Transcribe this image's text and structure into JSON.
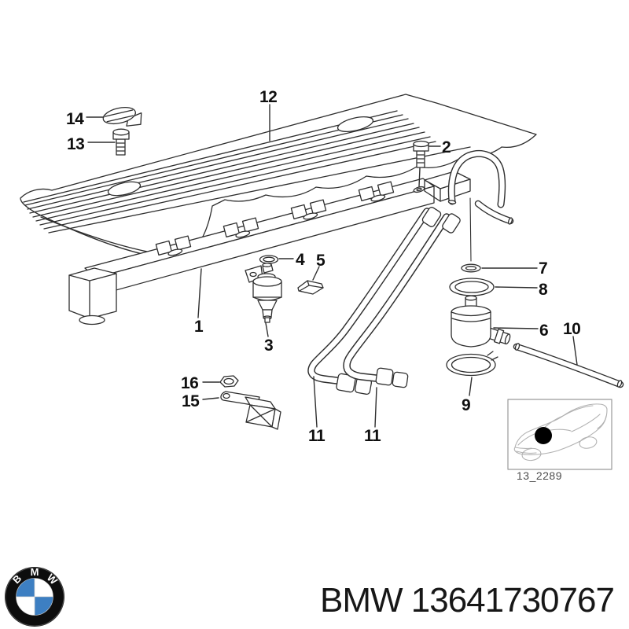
{
  "diagram": {
    "title_hint": "BMW fuel injection system exploded parts diagram",
    "callouts": [
      {
        "part": "14"
      },
      {
        "part": "13"
      },
      {
        "part": "12"
      },
      {
        "part": "2"
      },
      {
        "part": "4"
      },
      {
        "part": "5"
      },
      {
        "part": "1"
      },
      {
        "part": "3"
      },
      {
        "part": "7"
      },
      {
        "part": "8"
      },
      {
        "part": "6"
      },
      {
        "part": "10"
      },
      {
        "part": "9"
      },
      {
        "part": "16"
      },
      {
        "part": "15"
      },
      {
        "part": "11"
      },
      {
        "part": "11"
      }
    ],
    "inset": {
      "caption": "13_2289",
      "dot_color": "#000000"
    }
  },
  "footer": {
    "text": "BMW 13641730767",
    "logo": {
      "name": "bmw-roundel",
      "letters": [
        "B",
        "M",
        "W"
      ],
      "ring_color": "#0d0d0d",
      "blue": "#3d7fc2",
      "white": "#ffffff"
    }
  },
  "colors": {
    "line_art": "#2e2e2e",
    "label_text": "#101010",
    "inset_lines": "#b2b2b2",
    "inset_border": "#9a9a9a",
    "caption_text": "#4d4d4d",
    "part_text": "#171717",
    "background": "#ffffff"
  }
}
